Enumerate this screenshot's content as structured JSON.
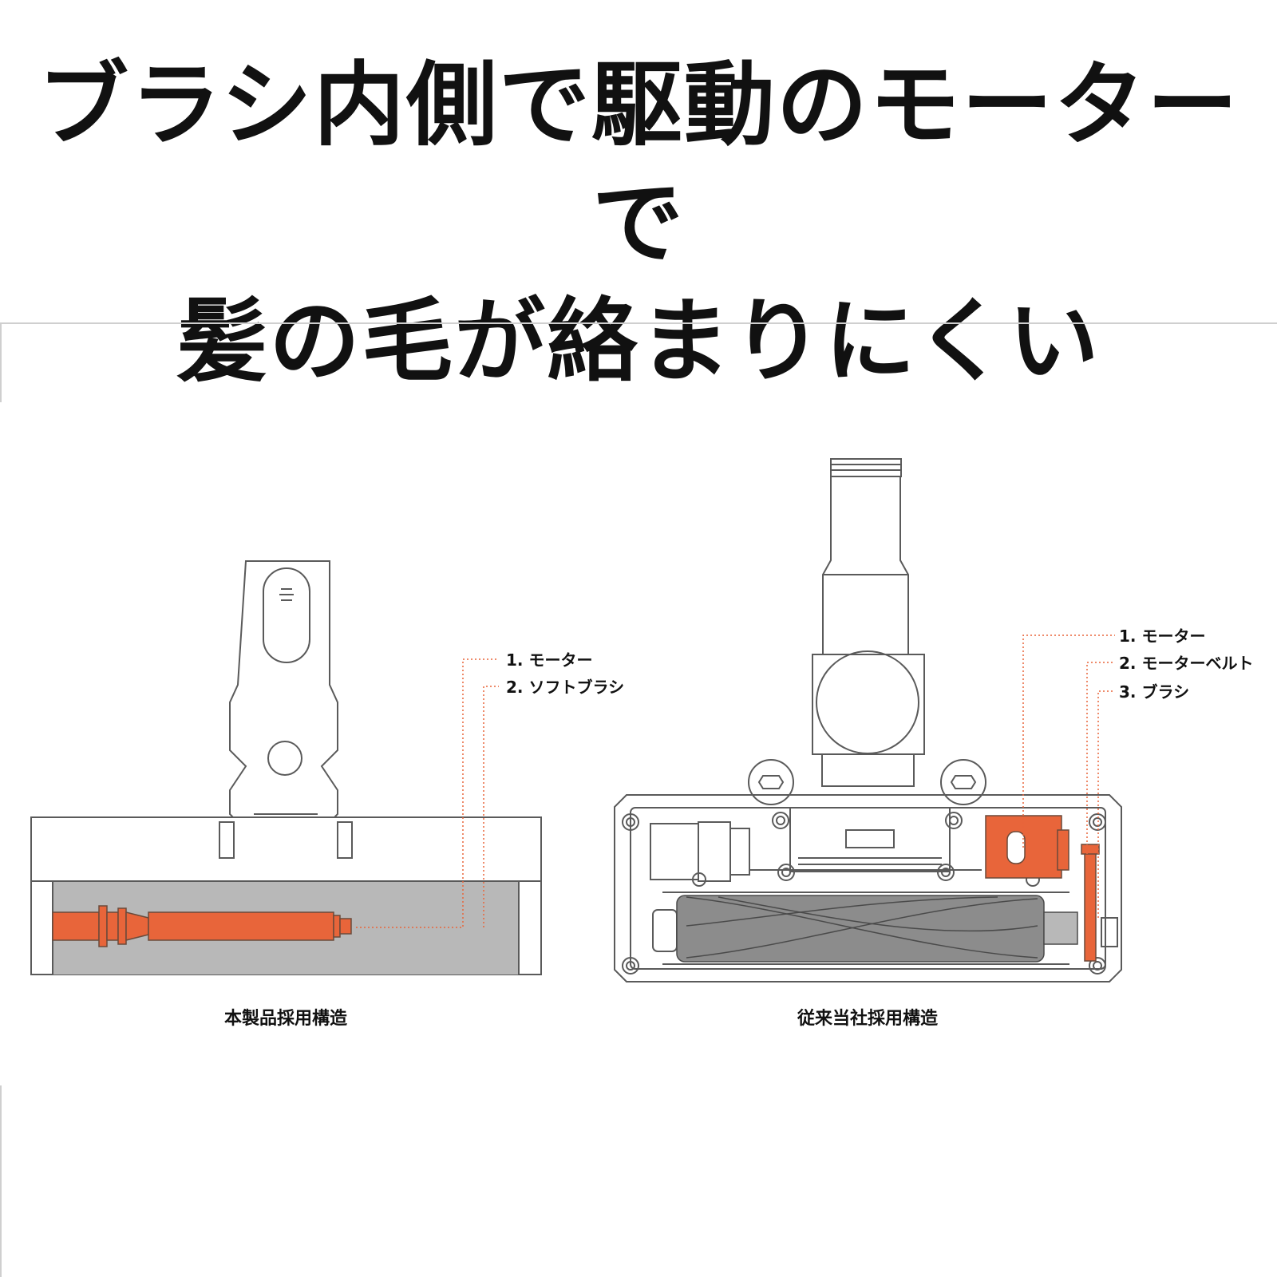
{
  "headline": {
    "line1": "ブラシ内側で駆動のモーターで",
    "line2": "髪の毛が絡まりにくい"
  },
  "left_diagram": {
    "caption": "本製品採用構造",
    "labels": [
      "1. モーター",
      "2. ソフトブラシ"
    ]
  },
  "right_diagram": {
    "caption": "従来当社採用構造",
    "labels": [
      "1. モーター",
      "2. モーターベルト",
      "3. ブラシ"
    ]
  },
  "colors": {
    "accent": "#e8653a",
    "gray_fill": "#b8b8b8",
    "line": "#5a5a5a",
    "divider": "#cfcfcf"
  }
}
